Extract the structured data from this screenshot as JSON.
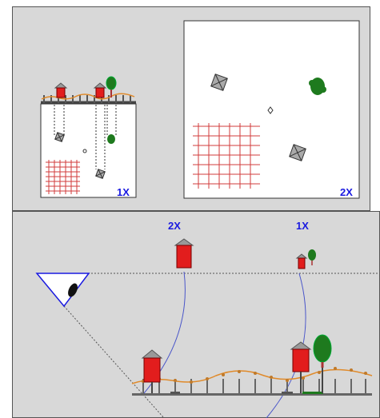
{
  "top_panel": {
    "left_view_scale": "1X",
    "right_view_scale": "2X"
  },
  "bottom_panel": {
    "label_near": "2X",
    "label_far": "1X"
  },
  "colors": {
    "panel_bg": "#d8d8d8",
    "label_blue": "#1a1ae0",
    "house_red": "#e21d1d",
    "tree_green": "#1e7a1e",
    "grid_red": "#d23b3b",
    "wire_orange": "#e08a2a",
    "ray_blue": "#4a56c9"
  }
}
